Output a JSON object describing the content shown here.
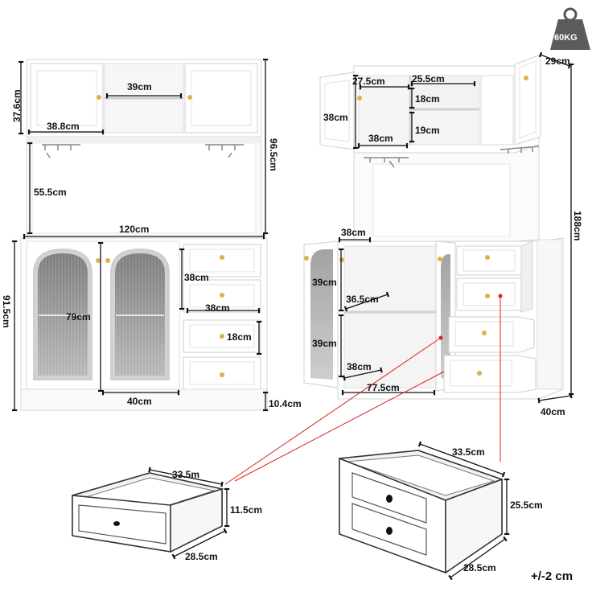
{
  "weight": {
    "label": "60KG",
    "icon": "weight-icon"
  },
  "tolerance": "+/-2 cm",
  "colors": {
    "cabinet": "#ffffff",
    "outline": "#d6d6d6",
    "shadow": "#bdbdbd",
    "knob": "#d9b24a",
    "glass": "#9a9a9a",
    "accent_line": "#d22"
  },
  "front_view": {
    "top_height": "37.6cm",
    "top_middle_width": "39cm",
    "top_door_width": "38.8cm",
    "hutch_total_height": "96.5cm",
    "open_space_height": "55.5cm",
    "total_width": "120cm",
    "base_height": "91.5cm",
    "drawer_stack_height": "38cm",
    "drawer_width": "38cm",
    "drawer_height": "18cm",
    "glass_door_height": "79cm",
    "door_width": "40cm",
    "leg_height": "10.4cm"
  },
  "side_view": {
    "top_left_width": "27.5cm",
    "top_right_width": "25.5cm",
    "depth_top": "29cm",
    "shelf_top_height": "18cm",
    "shelf_bottom_height": "19cm",
    "top_door_height": "38cm",
    "top_inner_width": "38cm",
    "total_height": "188cm",
    "base_top_width": "38cm",
    "shelf_upper_height": "39cm",
    "shelf_depth": "36.5cm",
    "shelf_lower_height": "39cm",
    "base_bottom_width": "38cm",
    "base_inner_width": "77.5cm",
    "depth_bottom": "40cm"
  },
  "drawer_small": {
    "width": "33.5m",
    "height": "11.5cm",
    "depth": "28.5cm"
  },
  "drawer_large": {
    "width": "33.5cm",
    "height": "25.5cm",
    "depth": "28.5cm"
  }
}
